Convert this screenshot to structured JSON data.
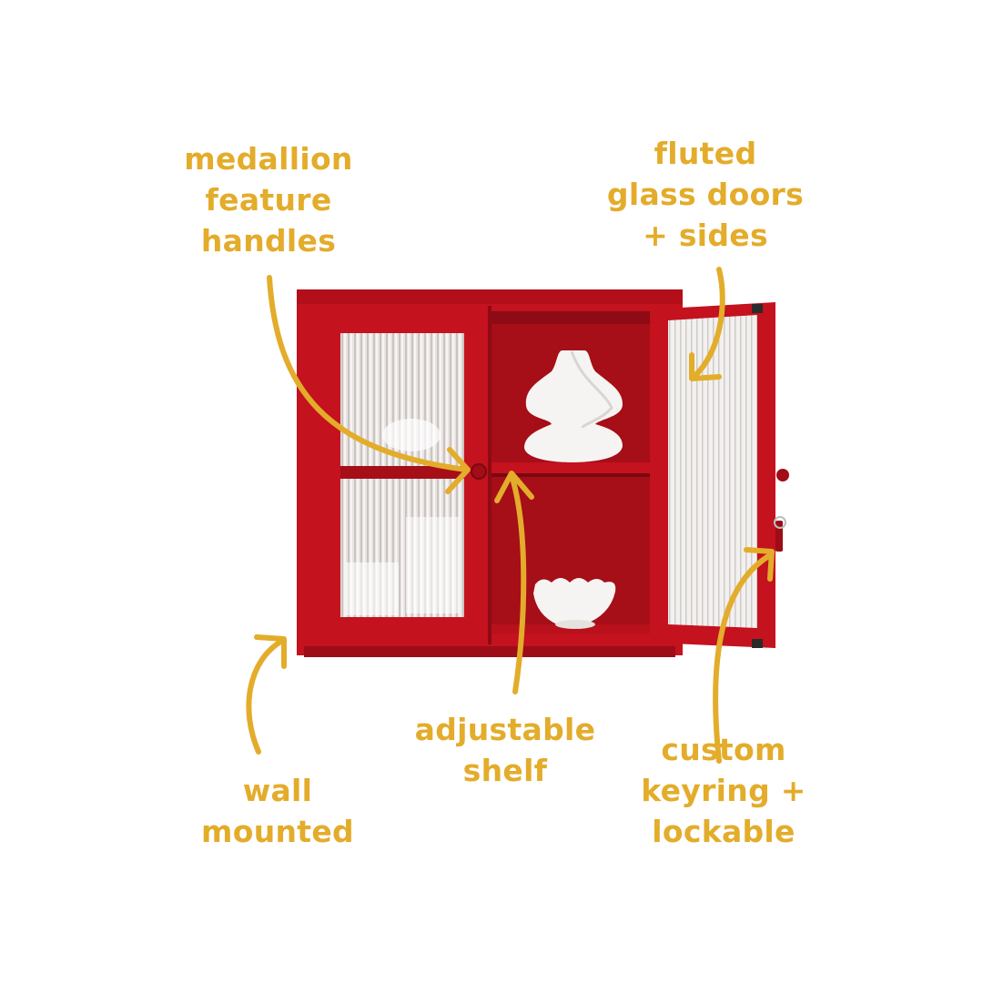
{
  "colors": {
    "accent": "#E3AC2A",
    "cabinet": "#C4121E",
    "cabinet_dark": "#8E0A14",
    "background": "#FFFFFF"
  },
  "product": "red wall-mounted display cabinet with fluted glass doors",
  "callouts": {
    "medallion": {
      "lines": [
        "medallion",
        "feature",
        "handles"
      ]
    },
    "fluted": {
      "lines": [
        "fluted",
        "glass doors",
        "+ sides"
      ]
    },
    "wall": {
      "lines": [
        "wall",
        "mounted"
      ]
    },
    "shelf": {
      "lines": [
        "adjustable",
        "shelf"
      ]
    },
    "keyring": {
      "lines": [
        "custom",
        "keyring +",
        "lockable"
      ]
    }
  },
  "icons": [
    "medallion-handle-icon",
    "keyring-lock-icon",
    "hinge-icon"
  ]
}
